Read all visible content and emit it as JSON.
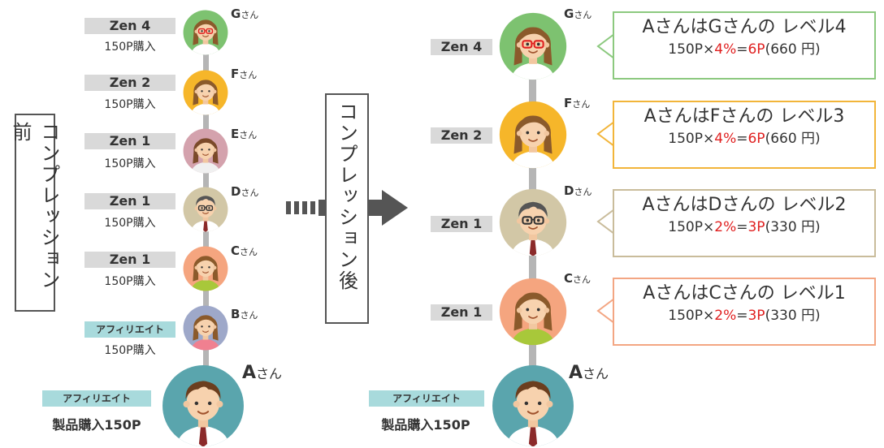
{
  "left": {
    "title": "コンプレッション前",
    "people": [
      {
        "name": "G",
        "rank": "Zen 4",
        "purchase": "150P購入"
      },
      {
        "name": "F",
        "rank": "Zen 2",
        "purchase": "150P購入"
      },
      {
        "name": "E",
        "rank": "Zen 1",
        "purchase": "150P購入"
      },
      {
        "name": "D",
        "rank": "Zen 1",
        "purchase": "150P購入"
      },
      {
        "name": "C",
        "rank": "Zen 1",
        "purchase": "150P購入"
      },
      {
        "name": "B",
        "rank": "アフィリエイト",
        "purchase": "150P購入"
      }
    ],
    "self": {
      "name": "A",
      "rank": "アフィリエイト",
      "purchase": "製品購入150P"
    }
  },
  "middle": {
    "title": "コンプレッション後"
  },
  "right": {
    "people": [
      {
        "name": "G",
        "rank": "Zen 4",
        "bubble_subject": "Aさんは",
        "bubble_target": "Gさんの",
        "bubble_level": "レベル4",
        "calc_base": "150P×",
        "calc_rate": "4%",
        "calc_eq": "=",
        "calc_result": "6P",
        "calc_yen": "(660 円)"
      },
      {
        "name": "F",
        "rank": "Zen 2",
        "bubble_subject": "Aさんは",
        "bubble_target": "Fさんの",
        "bubble_level": "レベル3",
        "calc_base": "150P×",
        "calc_rate": "4%",
        "calc_eq": "=",
        "calc_result": "6P",
        "calc_yen": "(660 円)"
      },
      {
        "name": "D",
        "rank": "Zen 1",
        "bubble_subject": "Aさんは",
        "bubble_target": "Dさんの",
        "bubble_level": "レベル2",
        "calc_base": "150P×",
        "calc_rate": "2%",
        "calc_eq": "=",
        "calc_result": "3P",
        "calc_yen": "(330 円)"
      },
      {
        "name": "C",
        "rank": "Zen 1",
        "bubble_subject": "Aさんは",
        "bubble_target": "Cさんの",
        "bubble_level": "レベル1",
        "calc_base": "150P×",
        "calc_rate": "2%",
        "calc_eq": "=",
        "calc_result": "3P",
        "calc_yen": "(330 円)"
      }
    ],
    "self": {
      "name": "A",
      "rank": "アフィリエイト",
      "purchase": "製品購入150P"
    }
  },
  "san_suffix": "さん",
  "colors": {
    "G": "#7dc270",
    "F": "#f6b62a",
    "E": "#d4a2ad",
    "D": "#d2c7a6",
    "C": "#f5a57f",
    "B": "#9ea8c9",
    "A": "#5aa5ad",
    "bubble_G": "#8cc97f",
    "bubble_F": "#f2b53a",
    "bubble_D": "#c9bc9b",
    "bubble_C": "#f3a683",
    "affiliate_tag": "#a8dadc",
    "rank_tag": "#d9d9d9",
    "arrow": "#555555",
    "highlight": "#e02020"
  }
}
